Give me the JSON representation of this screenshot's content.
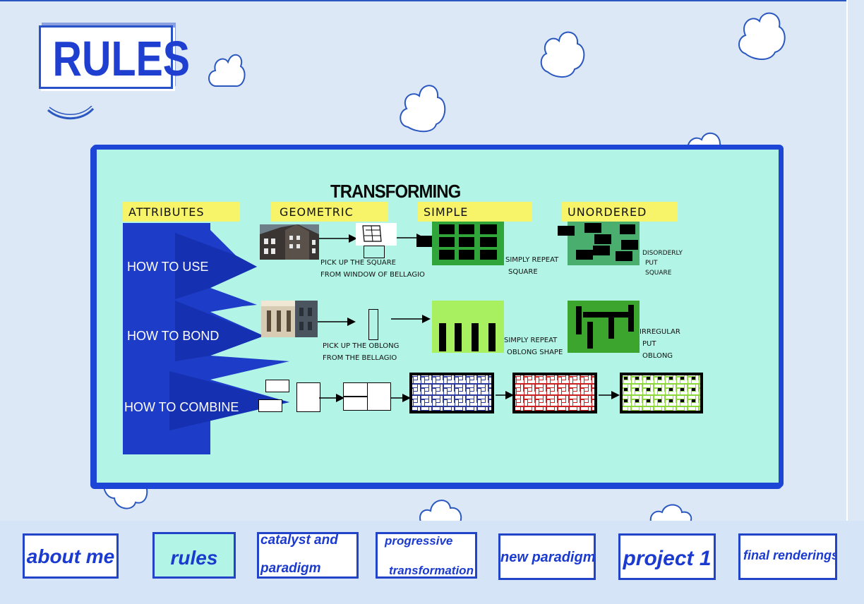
{
  "page": {
    "title": "RULES"
  },
  "panel": {
    "title": "TRANSFORMING RULES",
    "headers": [
      "ATTRIBUTES",
      "GEOMETRIC",
      "SIMPLE",
      "UNORDERED"
    ],
    "rows": [
      "HOW TO USE",
      "HOW TO BOND",
      "HOW TO COMBINE"
    ],
    "captions": {
      "use_pick": [
        "PICK UP THE SQUARE",
        "FROM WINDOW OF BELLAGIO"
      ],
      "use_simple": [
        "SIMPLY REPEAT",
        "SQUARE"
      ],
      "use_unordered": [
        "DISORDERLY",
        "PUT",
        "SQUARE"
      ],
      "bond_pick": [
        "PICK UP THE OBLONG",
        "FROM THE BELLAGIO"
      ],
      "bond_simple": [
        "SIMPLY REPEAT",
        "OBLONG SHAPE"
      ],
      "bond_unordered": [
        "IRREGULAR",
        "PUT",
        "OBLONG"
      ]
    },
    "colors": {
      "panel_bg": "#b2f5e6",
      "panel_border": "#1d46d6",
      "header_yellow": "#f8f46a",
      "attr_blue": "#1d3cc8",
      "simple_green": "#2fa53a",
      "unordered_green": "#4aae6e",
      "bond_lime": "#a8f060",
      "pattern_blue": "#2a3a9c",
      "pattern_red": "#cc2020",
      "pattern_green": "#8ad83a"
    }
  },
  "nav": {
    "items": [
      {
        "label": "about me",
        "active": false
      },
      {
        "label": "rules",
        "active": true
      },
      {
        "label_lines": [
          "catalyst and",
          "paradigm"
        ],
        "active": false
      },
      {
        "label_lines": [
          "progressive",
          "transformation"
        ],
        "active": false
      },
      {
        "label": "new paradigm",
        "active": false
      },
      {
        "label": "project 1",
        "active": false
      },
      {
        "label": "final renderings",
        "active": false
      }
    ]
  }
}
